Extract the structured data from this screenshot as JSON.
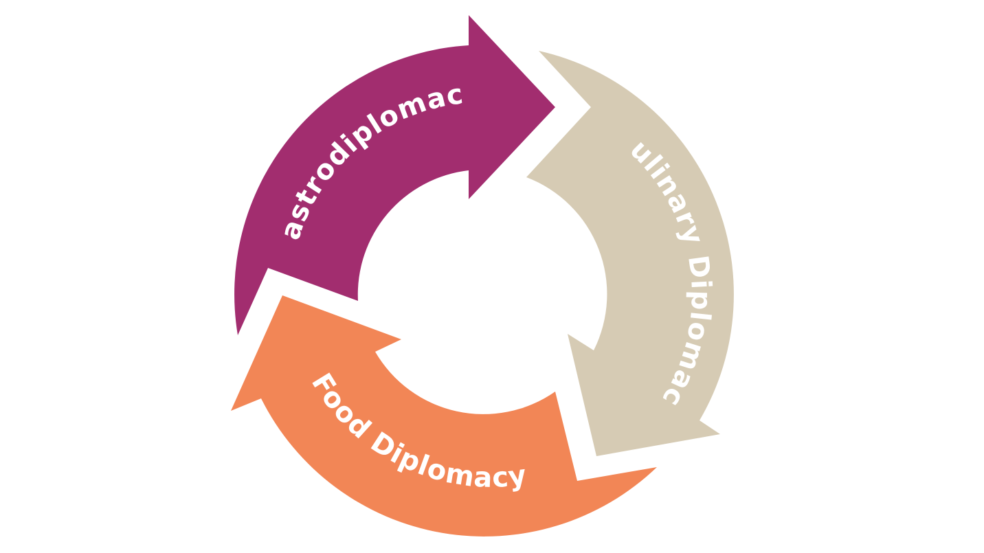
{
  "diagram": {
    "type": "cycle",
    "background": "#ffffff",
    "label_color": "#ffffff",
    "arrows": [
      {
        "key": "gastrodiplomacy",
        "label": "Gastrodiplomacy",
        "color": "#a22d6f"
      },
      {
        "key": "culinary",
        "label": "Culinary Diplomacy",
        "color": "#d6cbb4"
      },
      {
        "key": "food",
        "label": "Food Diplomacy",
        "color": "#f28656"
      }
    ]
  }
}
